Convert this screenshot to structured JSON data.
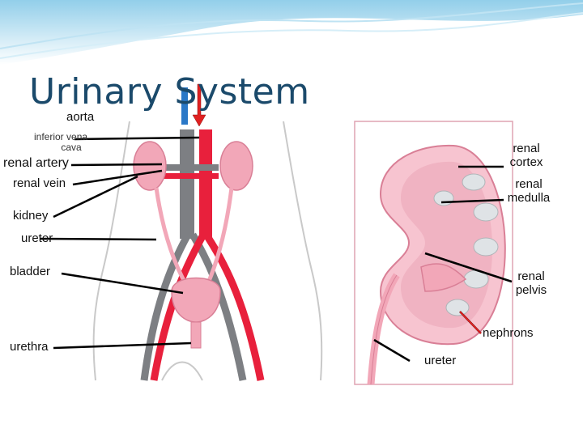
{
  "title": "Urinary System",
  "labels": {
    "aorta": "aorta",
    "inferior_vena_cava": [
      "inferior vena",
      "cava"
    ],
    "renal_artery": "renal artery",
    "renal_vein": "renal vein",
    "kidney": "kidney",
    "ureter_left": "ureter",
    "bladder": "bladder",
    "urethra": "urethra",
    "renal_cortex": [
      "renal",
      "cortex"
    ],
    "renal_medulla": [
      "renal",
      "medulla"
    ],
    "renal_pelvis": [
      "renal",
      "pelvis"
    ],
    "nephrons": "nephrons",
    "ureter_right": "ureter"
  },
  "colors": {
    "title": "#1b4a6b",
    "artery": "#e8203c",
    "vein": "#7d7f83",
    "kidney": "#f2a7b8",
    "tissue": "#f7c4d0",
    "indicator_blue": "#2a78c7",
    "indicator_red": "#e02020"
  }
}
